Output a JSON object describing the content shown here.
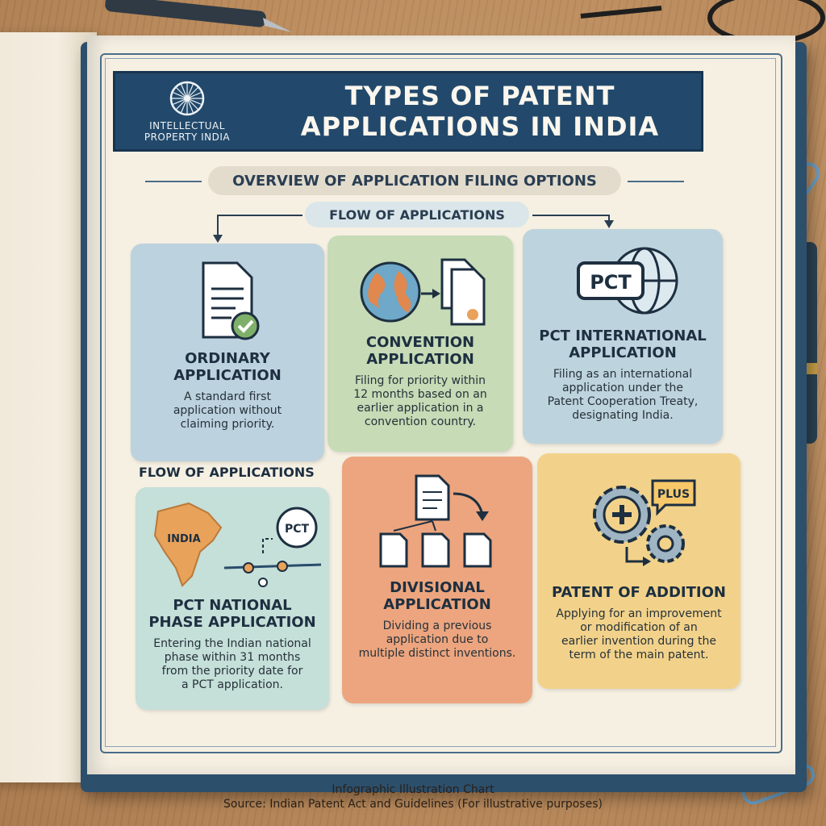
{
  "header": {
    "logo_text": "INTELLECTUAL\nPROPERTY INDIA",
    "title": "TYPES OF PATENT\nAPPLICATIONS IN INDIA"
  },
  "overview_banner": "OVERVIEW OF APPLICATION FILING OPTIONS",
  "flow_banner": "FLOW OF APPLICATIONS",
  "flow_label": "FLOW OF APPLICATIONS",
  "cards": [
    {
      "title": "ORDINARY\nAPPLICATION",
      "desc": "A standard first\napplication without\nclaiming priority.",
      "color": "#bcd2de",
      "icon": "document-check-icon"
    },
    {
      "title": "CONVENTION\nAPPLICATION",
      "desc": "Filing for priority within\n12 months based on an\nearlier application in a\nconvention country.",
      "color": "#c6dbb6",
      "icon": "globe-documents-icon"
    },
    {
      "title": "PCT INTERNATIONAL\nAPPLICATION",
      "desc": "Filing as an international\napplication under the\nPatent Cooperation Treaty,\ndesignating India.",
      "color": "#bdd3dd",
      "icon": "pct-globe-icon"
    },
    {
      "title": "PCT NATIONAL\nPHASE APPLICATION",
      "desc": "Entering the Indian national\nphase within 31 months\nfrom the priority date for\na PCT application.",
      "color": "#c5dfd9",
      "icon": "india-map-icon"
    },
    {
      "title": "DIVISIONAL\nAPPLICATION",
      "desc": "Dividing a previous\napplication due to\nmultiple distinct inventions.",
      "color": "#eca57e",
      "icon": "split-documents-icon"
    },
    {
      "title": "PATENT OF ADDITION",
      "desc": "Applying for an improvement\nor modification of an\nearlier invention during the\nterm of the main patent.",
      "color": "#f2d28a",
      "icon": "gears-plus-icon"
    }
  ],
  "icon_labels": {
    "pct": "PCT",
    "india": "INDIA",
    "plus": "PLUS"
  },
  "footer": {
    "line1": "Infographic Illustration Chart",
    "line2": "Source: Indian Patent Act and Guidelines (For illustrative purposes)"
  }
}
